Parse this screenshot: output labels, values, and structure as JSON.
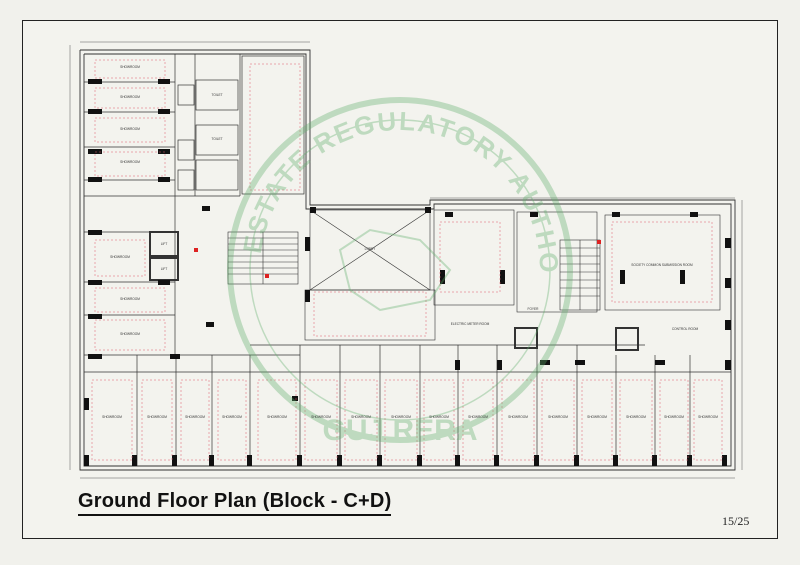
{
  "sheet": {
    "title": "Ground Floor Plan (Block - C+D)",
    "page_number": "15/25"
  },
  "watermark": {
    "ring_text": "REAL ESTATE REGULATORY AUTHORITY",
    "bottom_text": "GUJ RERA"
  },
  "labels": {
    "showroom": "SHOWROOM",
    "toilet": "TOILET",
    "lift": "LIFT",
    "foyer": "FOYER",
    "society_room": "SOCIETY COMMON SUBMISSION ROOM",
    "electric_room": "ELECTRIC METER ROOM",
    "control_room": "CONTROL ROOM",
    "lobby": "LOBBY"
  },
  "colors": {
    "wall": "#1a1a1a",
    "grid": "#e05a6a",
    "watermark": "#5fae6a",
    "dim": "#444444"
  }
}
